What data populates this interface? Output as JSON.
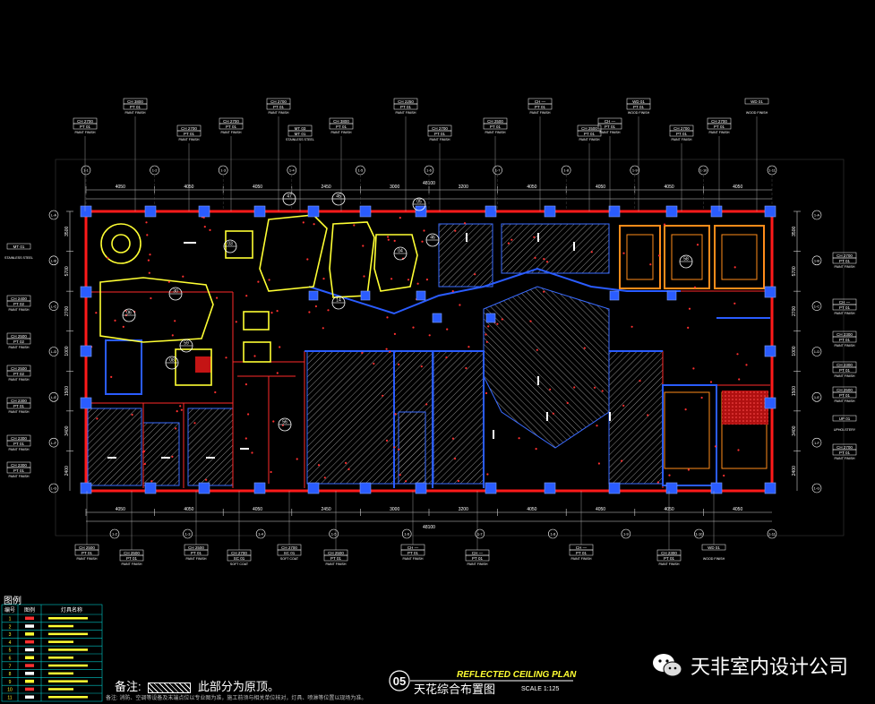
{
  "title_block": {
    "number": "05",
    "title_en": "REFLECTED CEILING PLAN",
    "title_cn": "天花综合布置图",
    "scale": "SCALE 1:125"
  },
  "note": {
    "prefix": "备注:",
    "suffix": "此部分为原顶。",
    "footer": "备注: 消防、空调等设备及末端点位以专业图为准，施工前须与相关单位核对，灯具、喷淋等位置以现场为准。"
  },
  "watermark": {
    "text": "天非室内设计公司"
  },
  "legend": {
    "title": "图例",
    "headers": [
      "编号",
      "图例",
      "灯具名称"
    ],
    "rows": [
      "1",
      "2",
      "3",
      "4",
      "5",
      "6",
      "7",
      "8",
      "9",
      "10",
      "11"
    ]
  },
  "dimensions": {
    "top": [
      "4050",
      "4050",
      "4050",
      "2450",
      "3000",
      "3200",
      "4050",
      "4050",
      "4050",
      "4050"
    ],
    "top_total": "48100",
    "bottom": [
      "4050",
      "4050",
      "4050",
      "2450",
      "3000",
      "3200",
      "4050",
      "4050",
      "4050",
      "4050"
    ],
    "bottom_total": "48100",
    "left": [
      "3500",
      "5700",
      "2700",
      "1000",
      "1500",
      "3400",
      "2400"
    ],
    "right": [
      "3500",
      "5700",
      "2700",
      "1000",
      "1500",
      "3400",
      "2400"
    ]
  },
  "axes": {
    "top": [
      "1-1",
      "1-2",
      "1-3",
      "1-4",
      "1-5",
      "1-6",
      "1-7",
      "1-8",
      "1-9",
      "1-10",
      "1-11"
    ],
    "bottom": [
      "1-2",
      "1-3",
      "1-4",
      "1-5",
      "1-6",
      "1-7",
      "1-8",
      "1-9",
      "1-10",
      "1-11"
    ],
    "left": [
      "L-A",
      "L-B",
      "L-C",
      "L-D",
      "L-E",
      "L-F",
      "L-G"
    ],
    "right": [
      "1-A",
      "1-B",
      "1-C",
      "1-D",
      "1-E",
      "1-F",
      "1-G"
    ]
  },
  "tags_top": [
    {
      "ch": "CH 2700",
      "pt": "PT 01",
      "t": "PAINT FINISH"
    },
    {
      "ch": "CH 3800",
      "pt": "PT 01",
      "t": "PAINT FINISH"
    },
    {
      "ch": "CH 2700",
      "pt": "PT 01",
      "t": "PAINT FINISH"
    },
    {
      "ch": "CH 2700",
      "pt": "PT 01",
      "t": "PAINT FINISH"
    },
    {
      "ch": "CH 2700",
      "pt": "PT 01",
      "t": "PAINT FINISH"
    },
    {
      "ch": "MT 03",
      "pt": "MT 01",
      "t": "STAINLESS STEEL"
    },
    {
      "ch": "CH 3800",
      "pt": "PT 01",
      "t": "PAINT FINISH"
    },
    {
      "ch": "CH 2250",
      "pt": "PT 01",
      "t": "PAINT FINISH"
    },
    {
      "ch": "CH 2700",
      "pt": "PT 01",
      "t": "PAINT FINISH"
    },
    {
      "ch": "CH 2500",
      "pt": "PT 01",
      "t": "PAINT FINISH"
    },
    {
      "ch": "CH —",
      "pt": "PT 01",
      "t": "PAINT FINISH"
    },
    {
      "ch": "CH 2500",
      "pt": "PT 01",
      "t": "PAINT FINISH"
    },
    {
      "ch": "CH —",
      "pt": "PT 01",
      "t": "PAINT FINISH"
    },
    {
      "ch": "WD 01",
      "pt": "PT 01",
      "t": "WOOD FINISH"
    },
    {
      "ch": "CH 2700",
      "pt": "PT 01",
      "t": "PAINT FINISH"
    },
    {
      "ch": "CH 2700",
      "pt": "PT 01",
      "t": "PAINT FINISH"
    },
    {
      "ch": "WD 01",
      "pt": "",
      "t": "WOOD FINISH"
    }
  ],
  "tags_bottom": [
    {
      "ch": "CH 2500",
      "pt": "PT 01",
      "t": "PAINT FINISH"
    },
    {
      "ch": "CH 2500",
      "pt": "PT 01",
      "t": "PAINT FINISH"
    },
    {
      "ch": "CH 2500",
      "pt": "PT 01",
      "t": "PAINT FINISH"
    },
    {
      "ch": "CH 2700",
      "pt": "SC 01",
      "t": "SOFT COAT"
    },
    {
      "ch": "CH 2700",
      "pt": "SC 01",
      "t": "SOFT COAT"
    },
    {
      "ch": "CH 2500",
      "pt": "PT 01",
      "t": "PAINT FINISH"
    },
    {
      "ch": "CH —",
      "pt": "PT 01",
      "t": "PAINT FINISH"
    },
    {
      "ch": "CH —",
      "pt": "PT 01",
      "t": "PAINT FINISH"
    },
    {
      "ch": "CH —",
      "pt": "PT 01",
      "t": "PAINT FINISH"
    },
    {
      "ch": "CH 2300",
      "pt": "PT 01",
      "t": "PAINT FINISH"
    },
    {
      "ch": "WD 01",
      "pt": "",
      "t": "WOOD FINISH"
    }
  ],
  "tags_left": [
    {
      "ch": "MT 01",
      "pt": "",
      "t": "STAINLESS STEEL"
    },
    {
      "ch": "CH 2400",
      "pt": "PT 02",
      "t": "PAINT FINISH"
    },
    {
      "ch": "CH 2500",
      "pt": "PT 02",
      "t": "PAINT FINISH"
    },
    {
      "ch": "CH 2500",
      "pt": "PT 02",
      "t": "PAINT FINISH"
    },
    {
      "ch": "CH 2300",
      "pt": "PT 01",
      "t": "PAINT FINISH"
    },
    {
      "ch": "CH 2300",
      "pt": "PT 01",
      "t": "PAINT FINISH"
    },
    {
      "ch": "CH 2300",
      "pt": "PT 01",
      "t": "PAINT FINISH"
    }
  ],
  "tags_right": [
    {
      "ch": "CH 2700",
      "pt": "PT 01",
      "t": "PAINT FINISH"
    },
    {
      "ch": "CH —",
      "pt": "PT 01",
      "t": "PAINT FINISH"
    },
    {
      "ch": "CH 2300",
      "pt": "PT 01",
      "t": "PAINT FINISH"
    },
    {
      "ch": "CH 2300",
      "pt": "PT 01",
      "t": "PAINT FINISH"
    },
    {
      "ch": "CH 2500",
      "pt": "PT 01",
      "t": "PAINT FINISH"
    },
    {
      "ch": "UP 01",
      "pt": "",
      "t": "UPHOLSTERY"
    },
    {
      "ch": "CH 2700",
      "pt": "PT 01",
      "t": "PAINT FINISH"
    }
  ],
  "callouts": [
    "03",
    "04",
    "05",
    "06",
    "08",
    "14",
    "30",
    "45",
    "46",
    "47",
    "56",
    "58",
    "59"
  ],
  "colors": {
    "bg": "#000000",
    "wall": "#ff1a1a",
    "column": "#2255ff",
    "dim": "#e0e0e0",
    "tag": "#ffffff",
    "yellow": "#ffff33",
    "orange": "#ff8c1a",
    "hatch": "#9a9a9a",
    "grid": "#00c8c8",
    "red_fill": "#d21414"
  }
}
